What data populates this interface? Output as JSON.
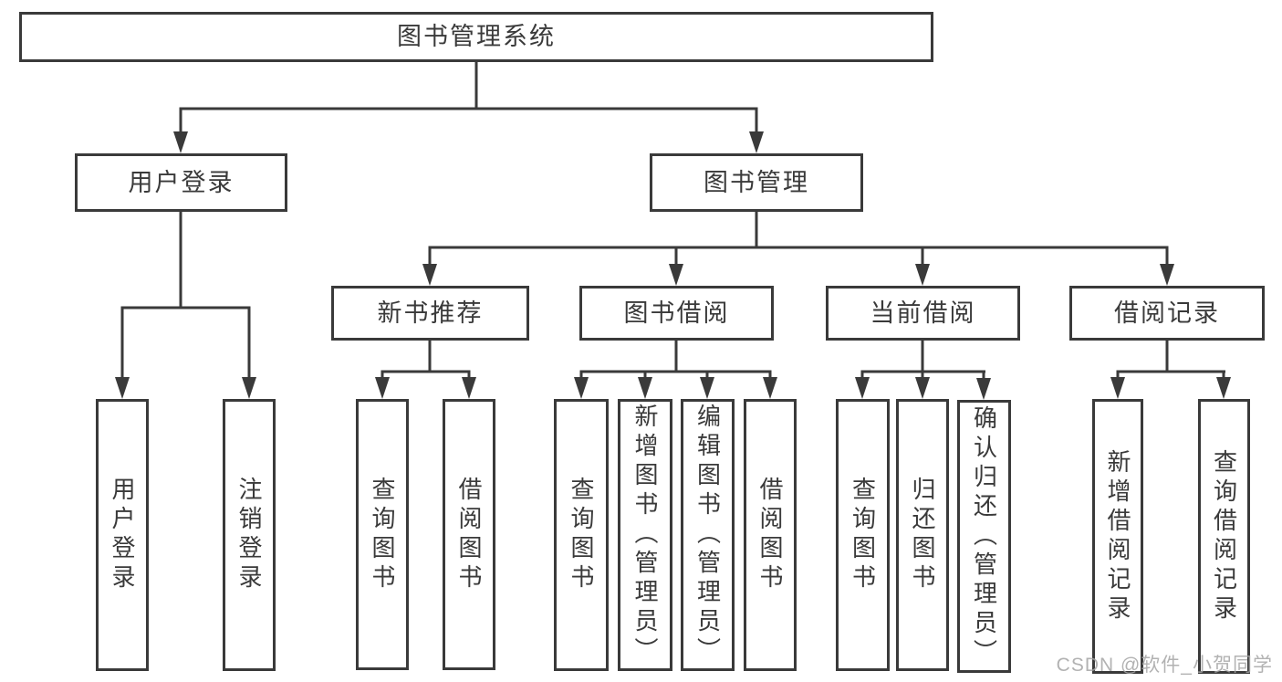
{
  "diagram": {
    "type": "hierarchy-flowchart",
    "title": "图书管理系统",
    "watermark": "CSDN @软件_小贺同学",
    "colors": {
      "background": "#ffffff",
      "line": "#3a3a3a",
      "box_border": "#3a3a3a",
      "box_fill": "#ffffff",
      "text": "#3a3a3a",
      "watermark": "#a4a4a4"
    },
    "nodes": {
      "root": {
        "label": "图书管理系统",
        "level": 0,
        "parent": null
      },
      "user_login": {
        "label": "用户登录",
        "level": 1,
        "parent": "root"
      },
      "book_management": {
        "label": "图书管理",
        "level": 1,
        "parent": "root"
      },
      "login": {
        "label": "用户登录",
        "level": 2,
        "parent": "user_login"
      },
      "logout": {
        "label": "注销登录",
        "level": 2,
        "parent": "user_login"
      },
      "new_book_recommend": {
        "label": "新书推荐",
        "level": 2,
        "parent": "book_management"
      },
      "book_borrowing": {
        "label": "图书借阅",
        "level": 2,
        "parent": "book_management"
      },
      "current_borrowing": {
        "label": "当前借阅",
        "level": 2,
        "parent": "book_management"
      },
      "borrow_records": {
        "label": "借阅记录",
        "level": 2,
        "parent": "book_management"
      },
      "nbr_query_books": {
        "label": "查询图书",
        "level": 3,
        "parent": "new_book_recommend"
      },
      "nbr_borrow_books": {
        "label": "借阅图书",
        "level": 3,
        "parent": "new_book_recommend"
      },
      "bb_query_books": {
        "label": "查询图书",
        "level": 3,
        "parent": "book_borrowing"
      },
      "bb_add_books_admin": {
        "label": "新增图书（管理员）",
        "level": 3,
        "parent": "book_borrowing"
      },
      "bb_edit_books_admin": {
        "label": "编辑图书（管理员）",
        "level": 3,
        "parent": "book_borrowing"
      },
      "bb_borrow_books": {
        "label": "借阅图书",
        "level": 3,
        "parent": "book_borrowing"
      },
      "cb_query_books": {
        "label": "查询图书",
        "level": 3,
        "parent": "current_borrowing"
      },
      "cb_return_books": {
        "label": "归还图书",
        "level": 3,
        "parent": "current_borrowing"
      },
      "cb_confirm_return_admin": {
        "label": "确认归还（管理员）",
        "level": 3,
        "parent": "current_borrowing"
      },
      "br_add_record": {
        "label": "新增借阅记录",
        "level": 3,
        "parent": "borrow_records"
      },
      "br_query_record": {
        "label": "查询借阅记录",
        "level": 3,
        "parent": "borrow_records"
      }
    }
  }
}
